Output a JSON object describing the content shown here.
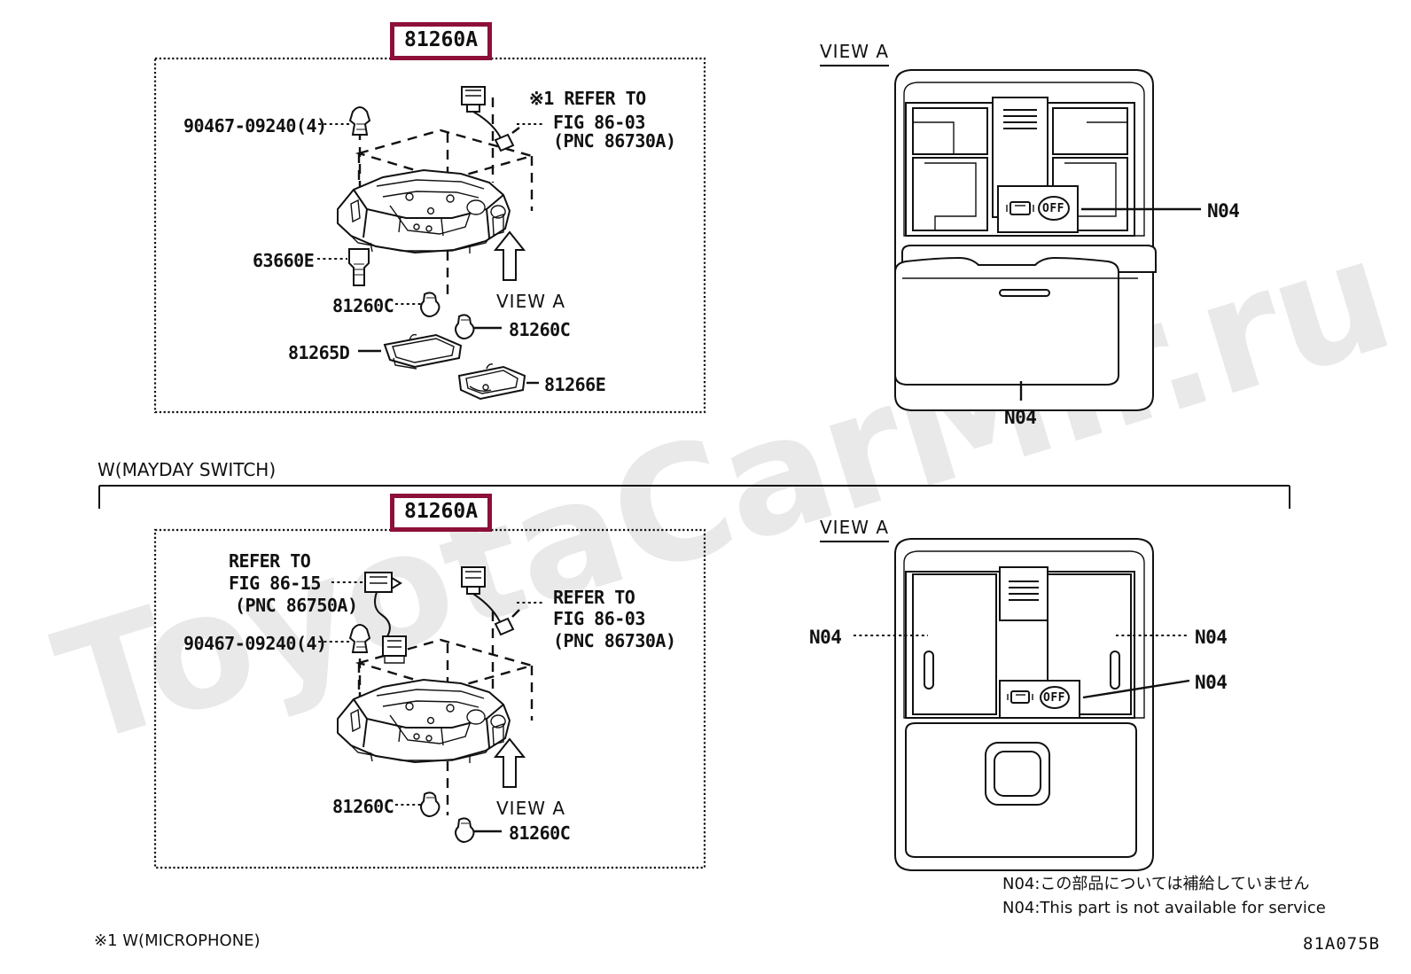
{
  "figure": {
    "code": "81A075B",
    "footnote": "※1 W(MICROPHONE)",
    "section_label": "W(MAYDAY SWITCH)"
  },
  "colors": {
    "callout_border": "#8d1038",
    "line": "#111111",
    "watermark": "#e9e9e9",
    "background": "#ffffff"
  },
  "watermark": {
    "text": "ToyotaCarMir.ru"
  },
  "panel_top": {
    "callout": "81260A",
    "labels": {
      "clip": "90467-09240(4)",
      "refer_note": "※1 REFER TO",
      "refer_fig": "FIG 86-03",
      "refer_pnc": "(PNC 86730A)",
      "part_63660E": "63660E",
      "bulb_left": "81260C",
      "bulb_right": "81260C",
      "lens_81265D": "81265D",
      "lens_81266E": "81266E",
      "view_arrow": "VIEW A"
    }
  },
  "panel_bottom": {
    "callout": "81260A",
    "labels": {
      "refer1_l1": "REFER TO",
      "refer1_l2": "FIG 86-15",
      "refer1_l3": "(PNC 86750A)",
      "clip": "90467-09240(4)",
      "refer2_l1": "REFER TO",
      "refer2_l2": "FIG 86-03",
      "refer2_l3": "(PNC 86730A)",
      "bulb_left": "81260C",
      "bulb_right": "81260C",
      "view_arrow": "VIEW A"
    }
  },
  "view_a_top": {
    "title": "VIEW A",
    "callouts": [
      {
        "id": "n04-switch",
        "text": "N04"
      },
      {
        "id": "n04-sunglass-box",
        "text": "N04"
      }
    ],
    "switch_labels": {
      "off": "OFF"
    }
  },
  "view_a_bottom": {
    "title": "VIEW A",
    "callouts": [
      {
        "id": "n04-left-lamp",
        "text": "N04"
      },
      {
        "id": "n04-right-lamp",
        "text": "N04"
      },
      {
        "id": "n04-switch",
        "text": "N04"
      }
    ],
    "switch_labels": {
      "off": "OFF"
    }
  },
  "legend": {
    "japanese": "N04:この部品については補給していません",
    "english": "N04:This part is not available for service"
  }
}
